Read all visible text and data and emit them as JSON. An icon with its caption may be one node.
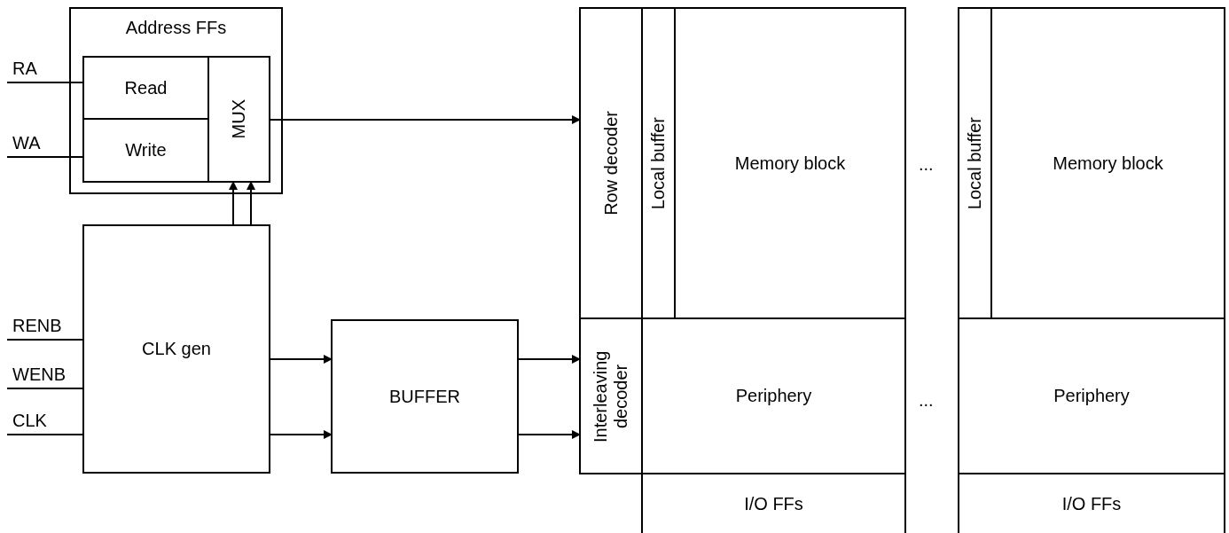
{
  "diagram": {
    "nodes": [
      {
        "text": [
          "Address FFs"
        ]
      },
      {
        "text": [
          "Read"
        ],
        "in": 0
      },
      {
        "text": [
          "Write"
        ],
        "in": 0
      },
      {
        "text": [
          "MUX"
        ],
        "in": 0
      },
      {
        "text": [
          "CLK gen"
        ]
      },
      {
        "text": [
          "BUFFER"
        ]
      },
      {
        "text": [
          "Row decoder"
        ]
      },
      {
        "text": [
          "Local buffer"
        ]
      },
      {
        "text": [
          "Memory block"
        ]
      },
      {
        "text": [
          "Interleaving decoder"
        ]
      },
      {
        "text": [
          "Periphery"
        ]
      },
      {
        "text": [
          "I/O FFs"
        ]
      },
      {
        "text": [
          "Local buffer"
        ]
      },
      {
        "text": [
          "Memory block"
        ]
      },
      {
        "text": [
          "Periphery"
        ]
      },
      {
        "text": [
          "I/O FFs"
        ]
      }
    ],
    "edges": [
      {
        "from": null,
        "to": 1,
        "arrow": "none",
        "label": "RA"
      },
      {
        "from": null,
        "to": 2,
        "arrow": "none",
        "label": "WA"
      },
      {
        "from": null,
        "to": 4,
        "arrow": "none",
        "label": "RENB"
      },
      {
        "from": null,
        "to": 4,
        "arrow": "none",
        "label": "WENB"
      },
      {
        "from": null,
        "to": 4,
        "arrow": "none",
        "label": "CLK"
      },
      {
        "from": 3,
        "to": 6,
        "arrow": "to"
      },
      {
        "from": 4,
        "to": 3,
        "arrow": "to"
      },
      {
        "from": 4,
        "to": 3,
        "arrow": "to"
      },
      {
        "from": 4,
        "to": 5,
        "arrow": "to"
      },
      {
        "from": 4,
        "to": 5,
        "arrow": "to"
      },
      {
        "from": 5,
        "to": 9,
        "arrow": "to"
      },
      {
        "from": 5,
        "to": 9,
        "arrow": "to"
      }
    ],
    "labels": [
      "...",
      "..."
    ]
  }
}
